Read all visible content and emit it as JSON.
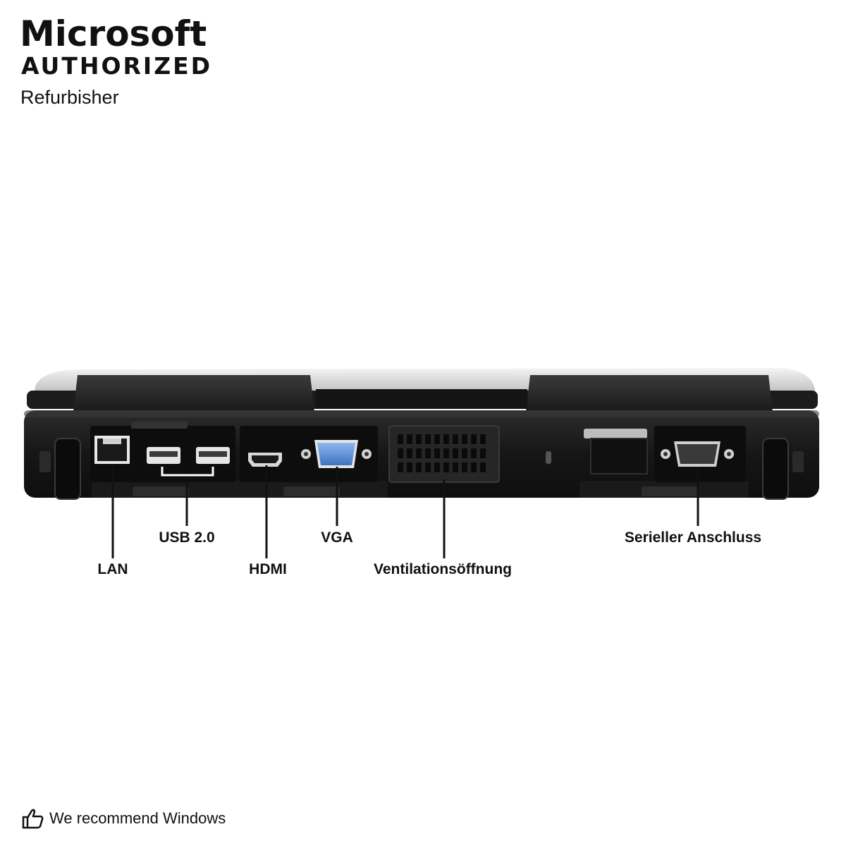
{
  "badge": {
    "brand": "Microsoft",
    "authorized": "AUTHORIZED",
    "refurbisher": "Refurbisher"
  },
  "ports": {
    "lan": "LAN",
    "usb": "USB 2.0",
    "hdmi": "HDMI",
    "vga": "VGA",
    "vent": "Ventilationsöffnung",
    "serial": "Serieller Anschluss"
  },
  "footer": {
    "text": "We recommend Windows",
    "icon": "thumbs-up-icon"
  },
  "colors": {
    "vga_connector": "#5b8fd6",
    "chassis": "#1e1e1e",
    "lid_silver": "#d9d9d9"
  }
}
